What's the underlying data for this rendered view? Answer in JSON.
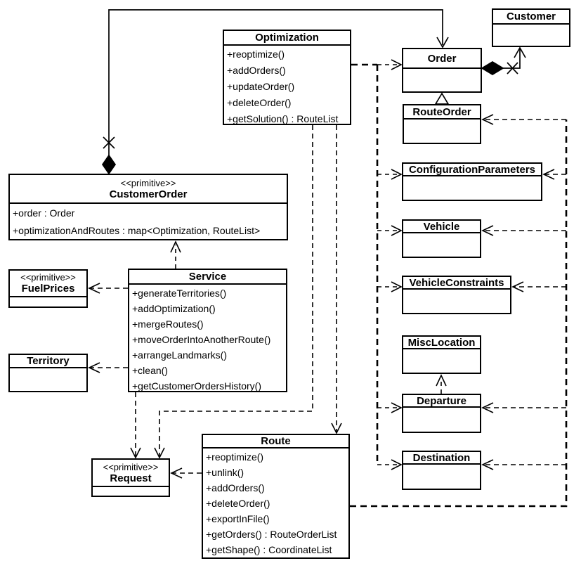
{
  "diagram": {
    "kind": "uml-class-diagram",
    "classes": {
      "optimization": {
        "name": "Optimization",
        "methods": [
          "+reoptimize()",
          "+addOrders()",
          "+updateOrder()",
          "+deleteOrder()",
          "+getSolution() : RouteList"
        ]
      },
      "customer": {
        "name": "Customer"
      },
      "order": {
        "name": "Order"
      },
      "routeOrder": {
        "name": "RouteOrder"
      },
      "configurationParameters": {
        "name": "ConfigurationParameters"
      },
      "vehicle": {
        "name": "Vehicle"
      },
      "vehicleConstraints": {
        "name": "VehicleConstraints"
      },
      "miscLocation": {
        "name": "MiscLocation"
      },
      "departure": {
        "name": "Departure"
      },
      "destination": {
        "name": "Destination"
      },
      "customerOrder": {
        "stereotype": "<<primitive>>",
        "name": "CustomerOrder",
        "attributes": [
          "+order : Order",
          "+optimizationAndRoutes : map<Optimization, RouteList>"
        ]
      },
      "fuelPrices": {
        "stereotype": "<<primitive>>",
        "name": "FuelPrices"
      },
      "territory": {
        "name": "Territory"
      },
      "service": {
        "name": "Service",
        "methods": [
          "+generateTerritories()",
          "+addOptimization()",
          "+mergeRoutes()",
          "+moveOrderIntoAnotherRoute()",
          "+arrangeLandmarks()",
          "+clean()",
          "+getCustomerOrdersHistory()"
        ]
      },
      "request": {
        "stereotype": "<<primitive>>",
        "name": "Request"
      },
      "route": {
        "name": "Route",
        "methods": [
          "+reoptimize()",
          "+unlink()",
          "+addOrders()",
          "+deleteOrder()",
          "+exportInFile()",
          "+getOrders() : RouteOrderList",
          "+getShape() : CoordinateList"
        ]
      }
    },
    "connections": [
      {
        "from": "CustomerOrder",
        "to": "Order",
        "type": "composition-association",
        "line": "solid",
        "ends": "filled-diamond + x-mark at CustomerOrder, open arrow at Order"
      },
      {
        "from": "Order",
        "to": "Customer",
        "type": "composition-association",
        "line": "solid",
        "ends": "filled-diamond + x-mark at Order, open arrow at Customer"
      },
      {
        "from": "RouteOrder",
        "to": "Order",
        "type": "generalization",
        "line": "solid",
        "ends": "hollow triangle at Order"
      },
      {
        "from": "Departure",
        "to": "MiscLocation",
        "type": "dependency",
        "line": "dashed",
        "ends": "open arrow at MiscLocation"
      },
      {
        "from": "Service",
        "to": "CustomerOrder",
        "type": "dependency",
        "line": "dashed",
        "ends": "open arrow at CustomerOrder"
      },
      {
        "from": "Service",
        "to": "FuelPrices",
        "type": "dependency",
        "line": "dashed"
      },
      {
        "from": "Service",
        "to": "Territory",
        "type": "dependency",
        "line": "dashed"
      },
      {
        "from": "Service",
        "to": "Request",
        "type": "dependency",
        "line": "dashed"
      },
      {
        "from": "Optimization",
        "to": "Order",
        "type": "dependency",
        "line": "dashed"
      },
      {
        "from": "Optimization",
        "to": "Route",
        "type": "dependency",
        "line": "dashed"
      },
      {
        "from": "Optimization",
        "to": "Request",
        "type": "dependency",
        "line": "dashed"
      },
      {
        "from": "Optimization",
        "to": "ConfigurationParameters,Vehicle,VehicleConstraints,Departure,Destination",
        "type": "dependency",
        "line": "dashed-bold"
      },
      {
        "from": "Route",
        "to": "Request",
        "type": "dependency",
        "line": "dashed"
      },
      {
        "from": "Route",
        "to": "RouteOrder,ConfigurationParameters,Vehicle,VehicleConstraints,Departure,Destination",
        "type": "dependency",
        "line": "dashed-bold"
      }
    ],
    "colors": {
      "line": "#000000",
      "background": "#ffffff"
    }
  }
}
